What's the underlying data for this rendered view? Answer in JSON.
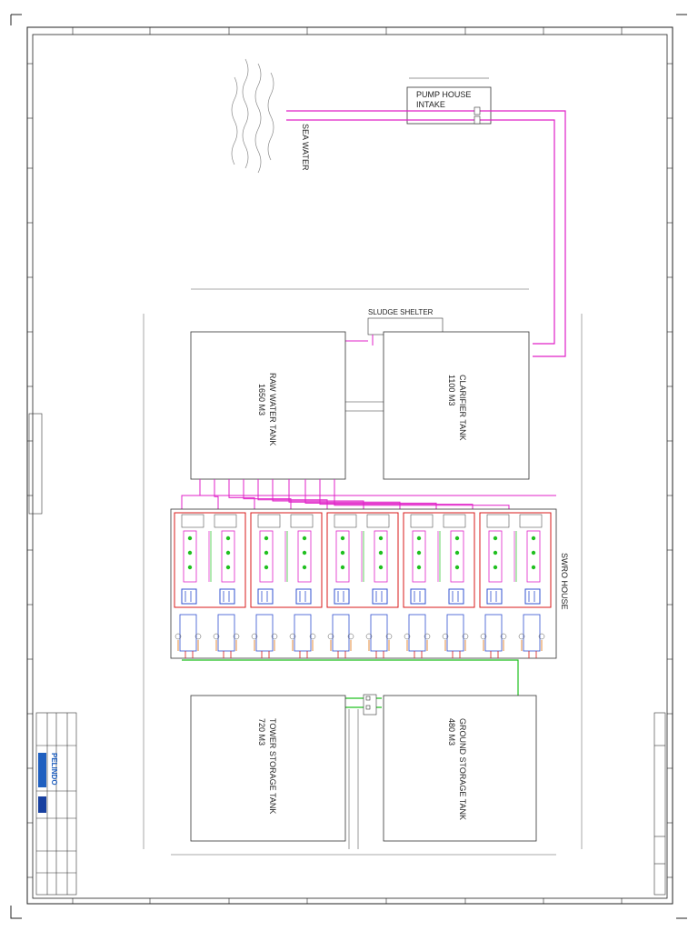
{
  "labels": {
    "pump_house": [
      "PUMP HOUSE",
      "INTAKE"
    ],
    "sea_water": "SEA WATER",
    "sludge_shelter": "SLUDGE SHELTER",
    "raw_water_tank": [
      "RAW WATER TANK",
      "1650 M3"
    ],
    "clarifier_tank": [
      "CLARIFIER TANK",
      "1100 M3"
    ],
    "swro_house": "SWRO HOUSE",
    "tower_storage_tank": [
      "TOWER STORAGE TANK",
      "720 M3"
    ],
    "ground_storage_tank": [
      "GROUND STORAGE TANK",
      "480 M3"
    ]
  },
  "title_block": {
    "company": "PELINDO"
  },
  "colors": {
    "raw_pipe": "#e020c8",
    "product_pipe": "#20c020",
    "unit_frame": "#d81818",
    "equipment": "#3050d0",
    "aux_pipe": "#e07010",
    "outline": "#333333"
  },
  "swro_units": 5
}
